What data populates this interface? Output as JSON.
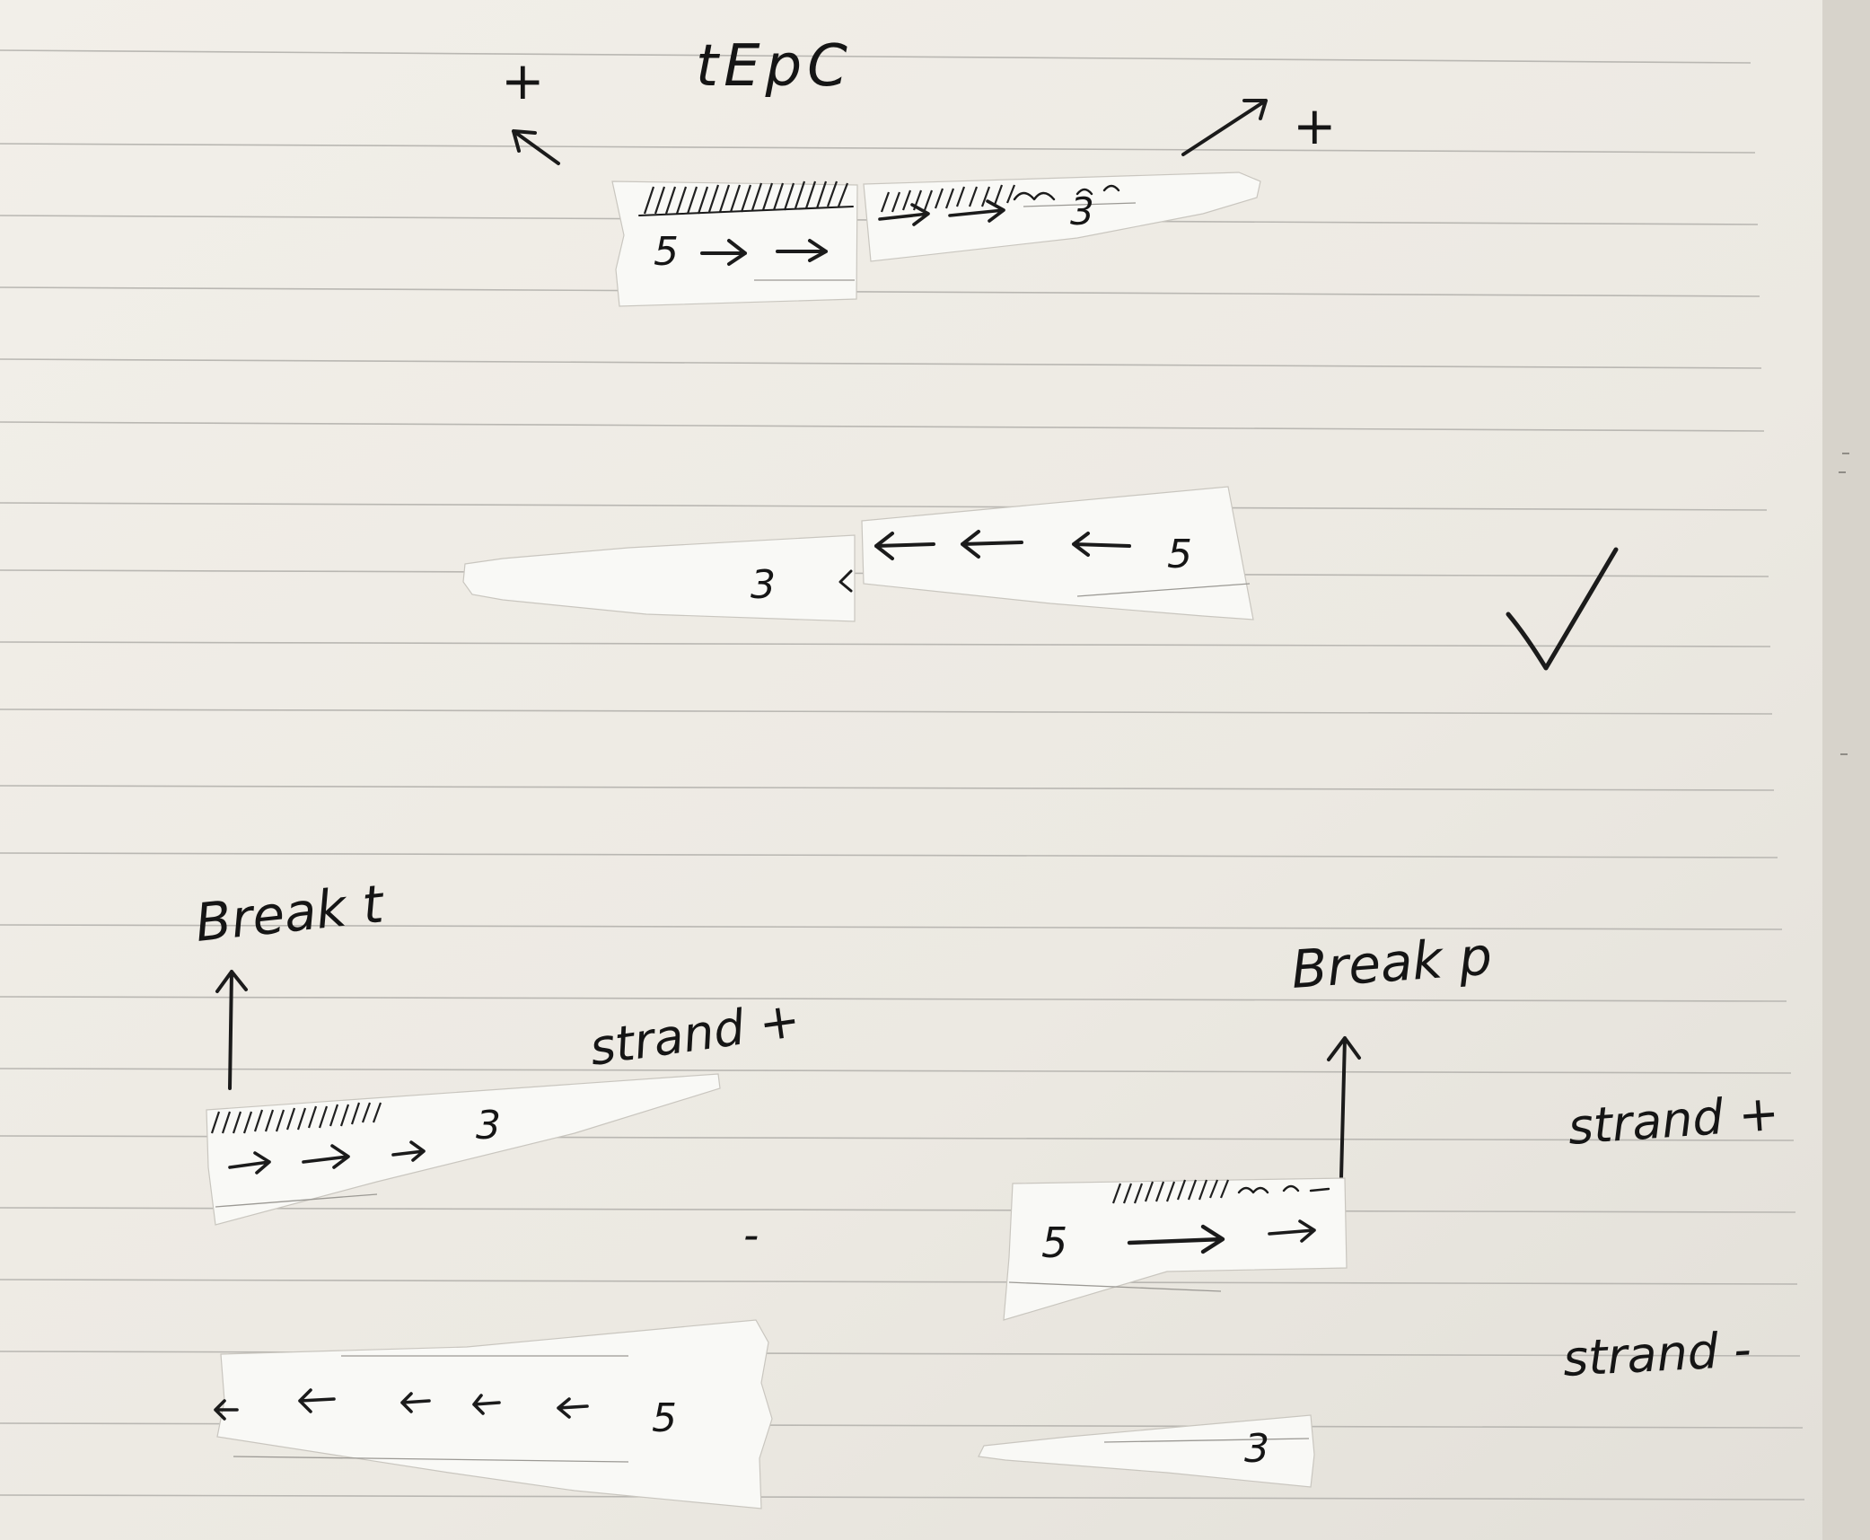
{
  "notebook": {
    "paper_color": "#efece6",
    "rule_color": "#b9b7b2",
    "ink_color": "#1b1b1b"
  },
  "annotations": {
    "top_title": "tEpC",
    "top_plus_left": "+",
    "top_plus_right": "+",
    "break_t": "Break t",
    "break_p": "Break p",
    "strand_plus_left": "strand +",
    "strand_plus_right": "strand +",
    "strand_minus_right": "strand -",
    "minus_mark": "-"
  },
  "strips": {
    "top_left": {
      "end_label": "5"
    },
    "top_right": {
      "end_label": "3"
    },
    "middle_left": {
      "end_label": "3"
    },
    "middle_right": {
      "end_label": "5"
    },
    "bottom_left_top": {
      "end_label": "3"
    },
    "bottom_left_bottom": {
      "end_label": "5"
    },
    "bottom_right_top": {
      "end_label": "5"
    },
    "bottom_right_bottom": {
      "end_label": "3"
    }
  },
  "marks": {
    "checkmark": "check-icon"
  }
}
